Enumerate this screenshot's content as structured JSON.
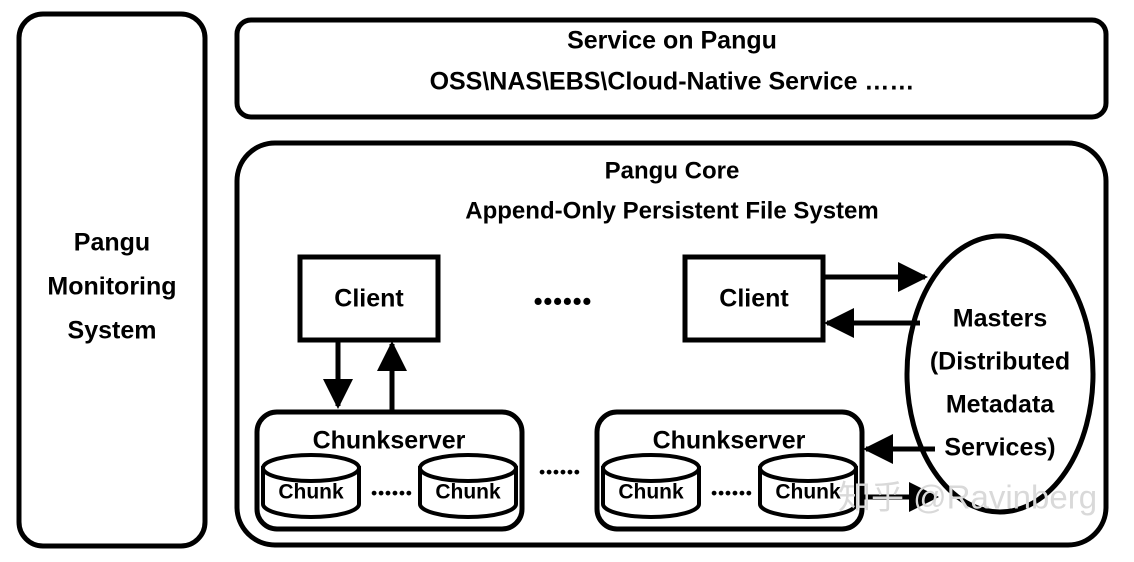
{
  "diagram": {
    "title": "Pangu Architecture Diagram",
    "colors": {
      "stroke": "#000000",
      "fill": "#ffffff",
      "watermark": "#d9d9d9"
    },
    "sidebar": {
      "line1": "Pangu",
      "line2": "Monitoring",
      "line3": "System"
    },
    "service_layer": {
      "title": "Service on Pangu",
      "subtitle": "OSS\\NAS\\EBS\\Cloud-Native Service ……"
    },
    "core": {
      "title": "Pangu Core",
      "subtitle": "Append-Only Persistent File System"
    },
    "clients": [
      {
        "label": "Client"
      },
      {
        "label": "Client"
      }
    ],
    "client_separator": "••••••",
    "masters": {
      "line1": "Masters",
      "line2": "(Distributed",
      "line3": "Metadata",
      "line4": "Services)"
    },
    "chunkservers": [
      {
        "label": "Chunkserver",
        "chunks": [
          {
            "label": "Chunk"
          },
          {
            "label": "Chunk"
          }
        ],
        "chunk_separator": "••••••"
      },
      {
        "label": "Chunkserver",
        "chunks": [
          {
            "label": "Chunk"
          },
          {
            "label": "Chunk"
          }
        ],
        "chunk_separator": "••••••"
      }
    ],
    "chunkserver_separator": "••••••",
    "watermark": "知乎 @Ravinberg"
  }
}
